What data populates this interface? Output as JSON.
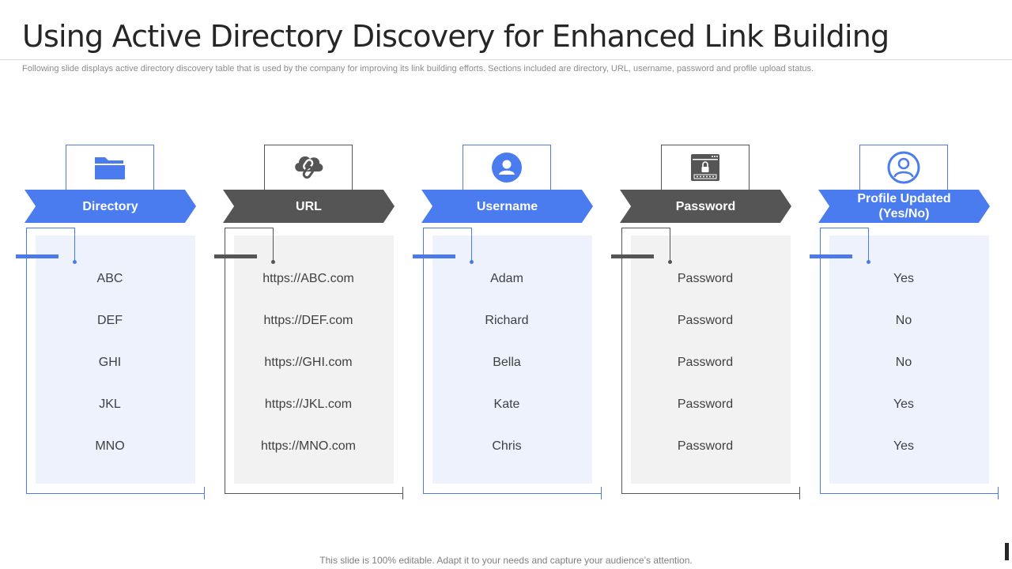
{
  "title": "Using Active Directory Discovery for Enhanced Link Building",
  "subtitle": "Following slide displays active directory discovery table that is used by the company for improving its link building efforts. Sections included are directory, URL, username, password and profile upload status.",
  "columns": [
    {
      "header": "Directory",
      "icon": "folder-icon",
      "theme": "blue",
      "rows": [
        "ABC",
        "DEF",
        "GHI",
        "JKL",
        "MNO"
      ]
    },
    {
      "header": "URL",
      "icon": "cloud-link-icon",
      "theme": "gray",
      "rows": [
        "https://ABC.com",
        "https://DEF.com",
        "https://GHI.com",
        "https://JKL.com",
        "https://MNO.com"
      ]
    },
    {
      "header": "Username",
      "icon": "user-icon",
      "theme": "blue",
      "rows": [
        "Adam",
        "Richard",
        "Bella",
        "Kate",
        "Chris"
      ]
    },
    {
      "header": "Password",
      "icon": "password-window-icon",
      "theme": "gray",
      "rows": [
        "Password",
        "Password",
        "Password",
        "Password",
        "Password"
      ]
    },
    {
      "header": "Profile Updated (Yes/No)",
      "icon": "profile-circle-icon",
      "theme": "blue",
      "rows": [
        "Yes",
        "No",
        "No",
        "Yes",
        "Yes"
      ]
    }
  ],
  "footer": "This slide is 100% editable. Adapt it to your needs and capture your audience’s attention.",
  "colors": {
    "accent_blue": "#4a7cf0",
    "dark_gray": "#555555",
    "panel_blue": "#edf2fd",
    "panel_gray": "#f2f2f2"
  }
}
